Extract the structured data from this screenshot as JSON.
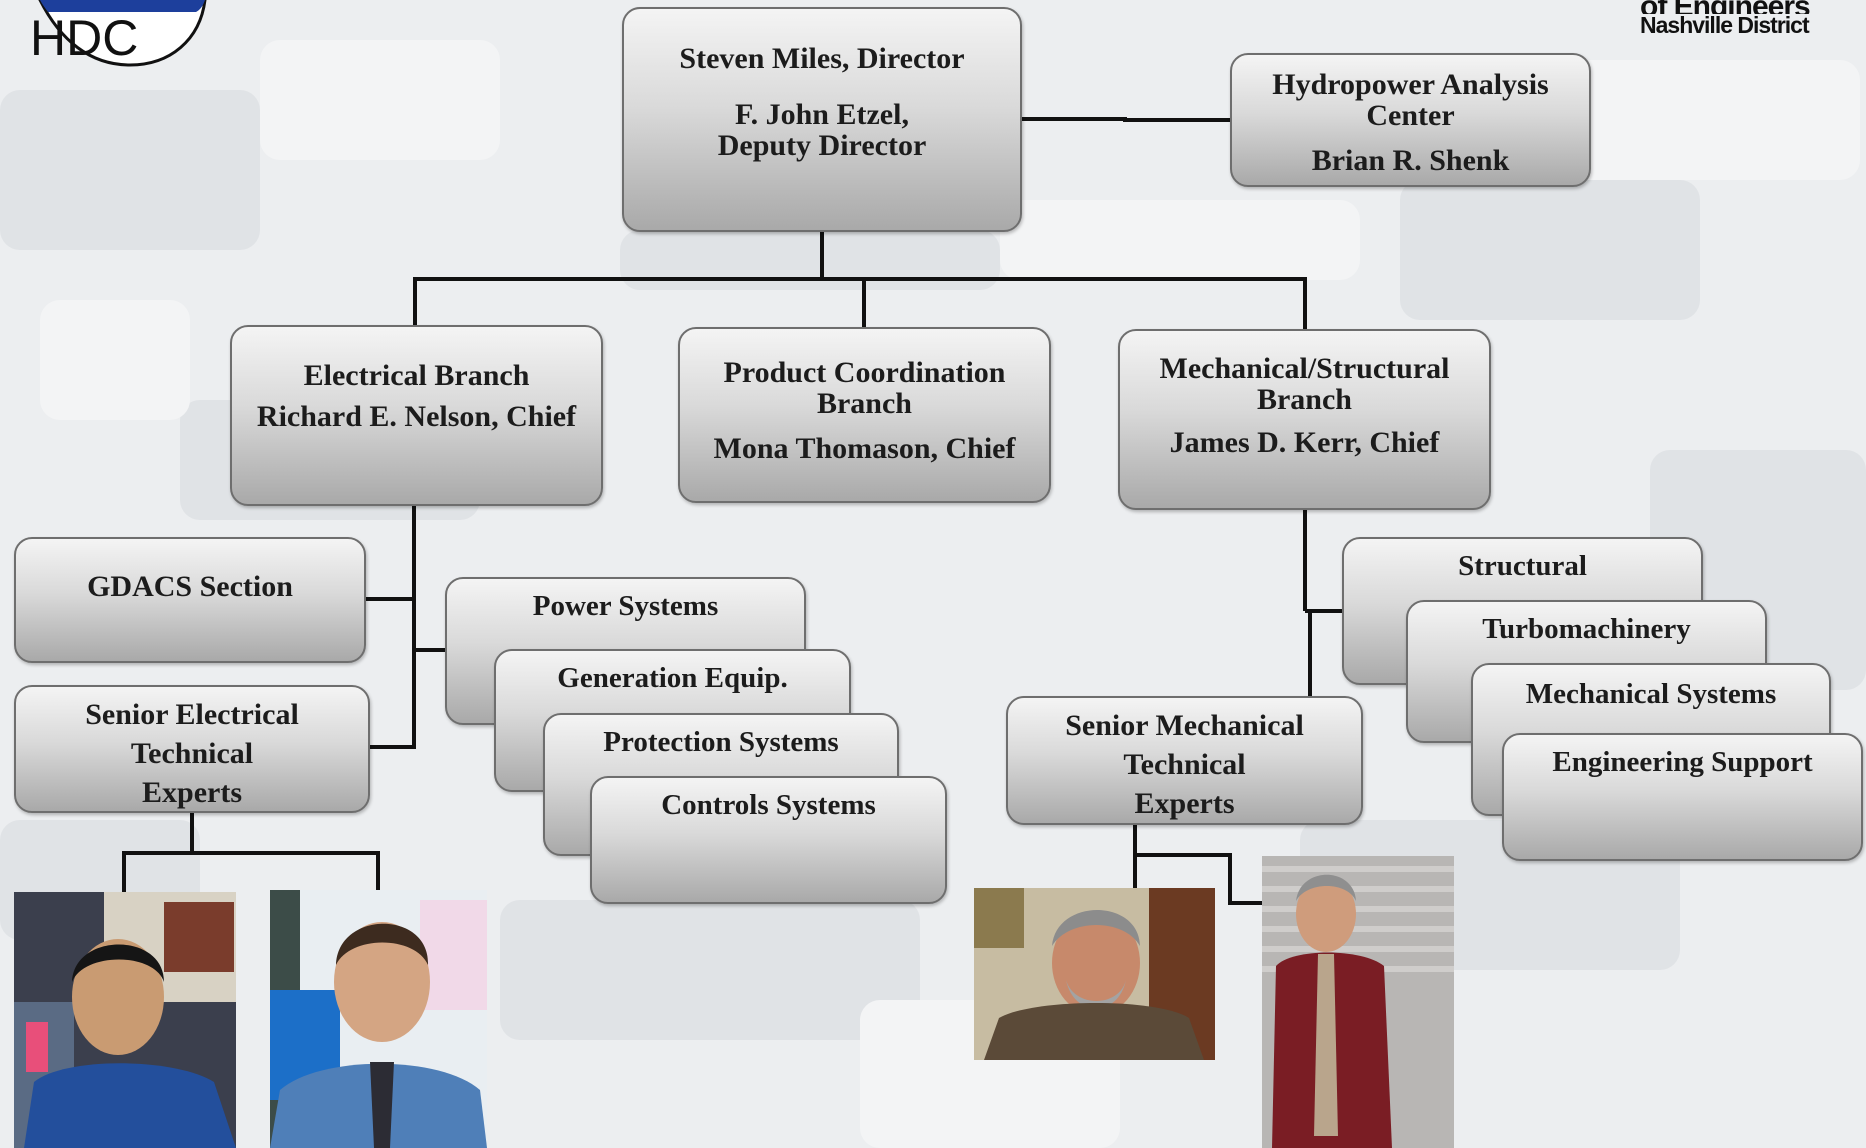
{
  "logo": {
    "text": "HDC",
    "icon": "hdc-globe-logo"
  },
  "corps_logo": {
    "line1": "of Engineers",
    "line2": "Nashville District"
  },
  "director": {
    "line1": "Steven Miles, Director",
    "line2": "F. John Etzel,",
    "line3": "Deputy Director"
  },
  "hydropower": {
    "line1": "Hydropower Analysis",
    "line2": "Center",
    "line3": "Brian R. Shenk"
  },
  "electrical_branch": {
    "line1": "Electrical Branch",
    "line2": "Richard E. Nelson, Chief"
  },
  "product_branch": {
    "line1": "Product Coordination",
    "line2": "Branch",
    "line3": "Mona Thomason, Chief"
  },
  "mechanical_branch": {
    "line1": "Mechanical/Structural",
    "line2": "Branch",
    "line3": "James D. Kerr, Chief"
  },
  "gdacs": {
    "label": "GDACS Section"
  },
  "senior_electrical": {
    "line1": "Senior Electrical",
    "line2": "Technical",
    "line3": "Experts"
  },
  "senior_mechanical": {
    "line1": "Senior Mechanical",
    "line2": "Technical",
    "line3": "Experts"
  },
  "electrical_sections": [
    "Power Systems",
    "Generation Equip.",
    "Protection Systems",
    "Controls Systems"
  ],
  "mechanical_sections": [
    "Structural",
    "Turbomachinery",
    "Mechanical Systems",
    "Engineering Support"
  ],
  "photos": [
    "person-photo",
    "person-photo",
    "person-photo",
    "person-photo"
  ],
  "colors": {
    "box_top": "#f4f4f4",
    "box_bottom": "#a9a9a9",
    "line": "#111111",
    "text": "#1c1c1c"
  }
}
